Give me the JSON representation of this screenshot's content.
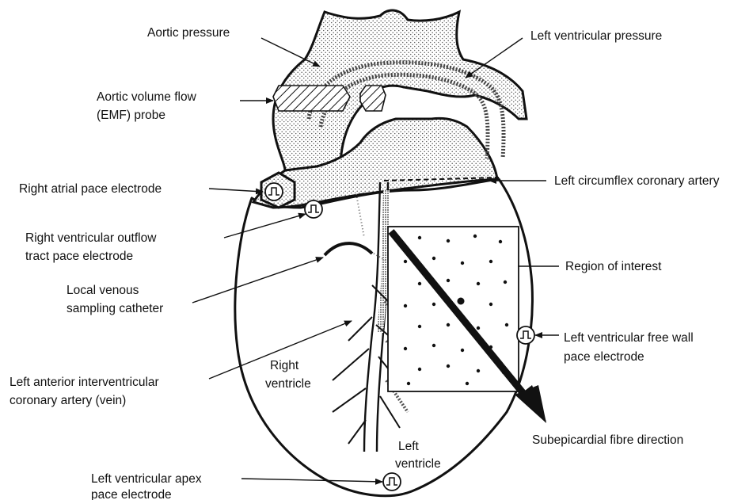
{
  "labels": {
    "aortic_pressure": "Aortic pressure",
    "lv_pressure": "Left ventricular pressure",
    "aortic_flow_1": "Aortic volume flow",
    "aortic_flow_2": "(EMF) probe",
    "ra_pace": "Right atrial pace electrode",
    "circumflex": "Left circumflex coronary artery",
    "rvot_1": "Right ventricular outflow",
    "rvot_2": "tract pace electrode",
    "region": "Region of interest",
    "venous_1": "Local venous",
    "venous_2": "sampling catheter",
    "lv_free_1": "Left ventricular free wall",
    "lv_free_2": "pace electrode",
    "right_ventricle_1": "Right",
    "right_ventricle_2": "ventricle",
    "laiv_1": "Left anterior interventricular",
    "laiv_2": "coronary artery (vein)",
    "fibre": "Subepicardial fibre direction",
    "left_ventricle_1": "Left",
    "left_ventricle_2": "ventricle",
    "apex_1": "Left ventricular apex",
    "apex_2": "pace electrode"
  },
  "colors": {
    "ink": "#111111",
    "stipple": "#6b6b6b",
    "background": "#ffffff"
  },
  "icons": {
    "electrode": "pulse-electrode-icon"
  }
}
